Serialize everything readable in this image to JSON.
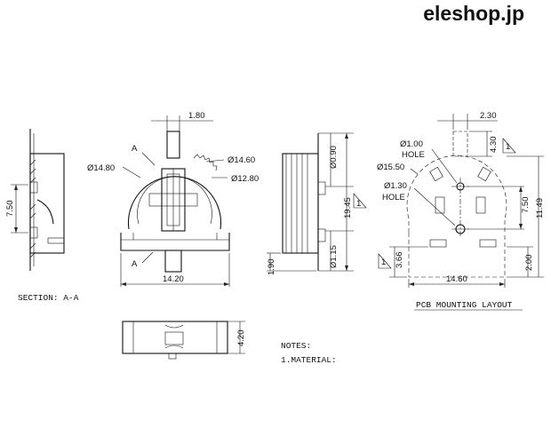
{
  "brand": "eleshop.jp",
  "section": {
    "label": "SECTION: A-A",
    "dim_vertical": "7.50"
  },
  "front_view": {
    "width": "14.20",
    "pin_width": "1.80",
    "dia_outer": "Ø14.80",
    "dia_right": "Ø14.60",
    "dia_inner": "Ø12.80",
    "section_marker": "A"
  },
  "side_view": {
    "top_gap": "Ø0.90",
    "height": "19.45",
    "bottom_gap": "Ø1.15",
    "foot": "1.90",
    "note_marker": "1"
  },
  "pcb_layout": {
    "title": "PCB MOUNTING LAYOUT",
    "slot_width": "2.30",
    "slot_top": "4.30",
    "hole_small": "Ø1.00",
    "hole_small_label": "HOLE",
    "dia_outline": "Ø15.50",
    "hole_large": "Ø1.30",
    "hole_large_label": "HOLE",
    "pitch": "7.50",
    "total_height": "11.49",
    "bottom_pad": "2.00",
    "left_offset": "3.66",
    "width": "14.60",
    "note_marker": "1"
  },
  "bottom_view": {
    "height": "4.20"
  },
  "notes": {
    "title": "NOTES:",
    "item1": "1.MATERIAL:"
  }
}
